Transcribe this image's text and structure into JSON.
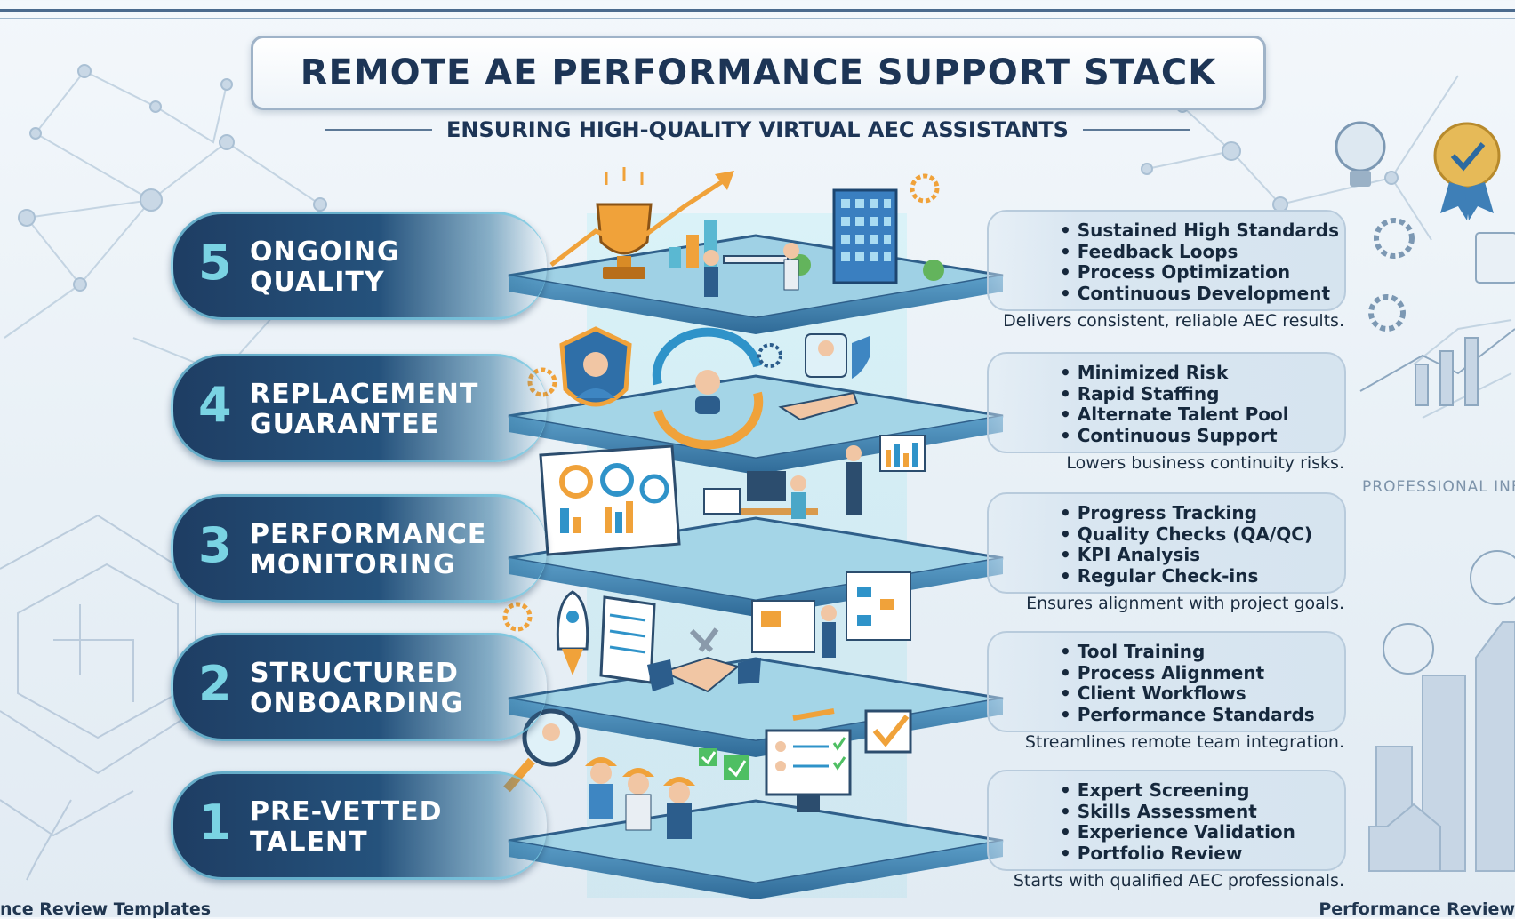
{
  "title": "REMOTE AE PERFORMANCE SUPPORT STACK",
  "subtitle": "ENSURING HIGH-QUALITY VIRTUAL AEC ASSISTANTS",
  "levels": [
    {
      "number": "5",
      "line1": "ONGOING",
      "line2": "QUALITY",
      "bullets": [
        "Sustained High Standards",
        "Feedback Loops",
        "Process Optimization",
        "Continuous Development"
      ],
      "caption": "Delivers consistent, reliable AEC results."
    },
    {
      "number": "4",
      "line1": "REPLACEMENT",
      "line2": "GUARANTEE",
      "bullets": [
        "Minimized Risk",
        "Rapid Staffing",
        "Alternate Talent Pool",
        "Continuous Support"
      ],
      "caption": "Lowers business continuity risks."
    },
    {
      "number": "3",
      "line1": "PERFORMANCE",
      "line2": "MONITORING",
      "bullets": [
        "Progress Tracking",
        "Quality Checks (QA/QC)",
        "KPI Analysis",
        "Regular Check-ins"
      ],
      "caption": "Ensures alignment with project goals."
    },
    {
      "number": "2",
      "line1": "STRUCTURED",
      "line2": "ONBOARDING",
      "bullets": [
        "Tool Training",
        "Process Alignment",
        "Client Workflows",
        "Performance Standards"
      ],
      "caption": "Streamlines remote team integration."
    },
    {
      "number": "1",
      "line1": "PRE-VETTED",
      "line2": "TALENT",
      "bullets": [
        "Expert Screening",
        "Skills Assessment",
        "Experience Validation",
        "Portfolio Review"
      ],
      "caption": "Starts with qualified AEC professionals."
    }
  ],
  "footer_left": "nce Review Templates",
  "footer_right": "Performance Review",
  "side_label": "PROFESSIONAL INF",
  "colors": {
    "navy": "#1e3d63",
    "accent": "#7ad3e3",
    "platform": "#3f78a8",
    "gold": "#f0a23a"
  }
}
